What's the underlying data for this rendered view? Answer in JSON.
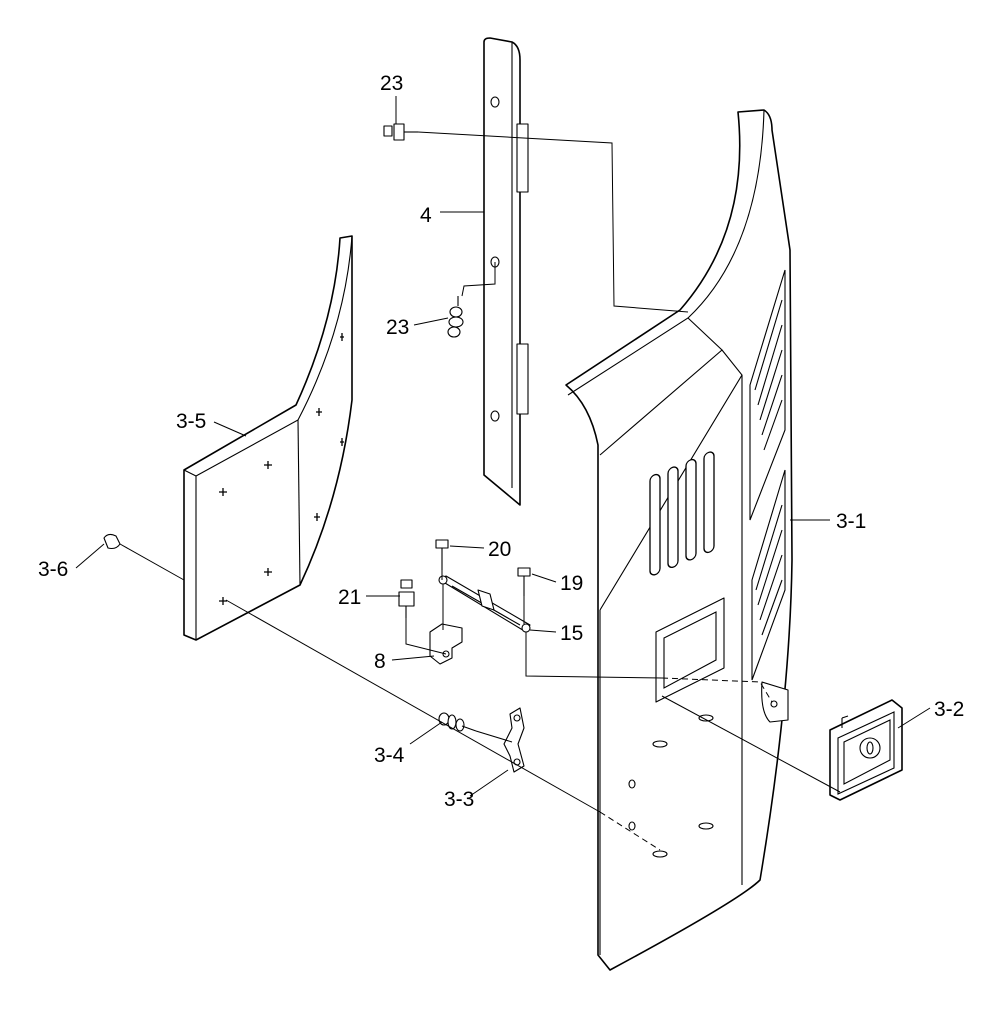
{
  "callouts": {
    "c23a": "23",
    "c4": "4",
    "c23b": "23",
    "c3_5": "3-5",
    "c3_1": "3-1",
    "c20": "20",
    "c3_6": "3-6",
    "c21": "21",
    "c19": "19",
    "c15": "15",
    "c8": "8",
    "c3_2": "3-2",
    "c3_4": "3-4",
    "c3_3": "3-3"
  },
  "colors": {
    "line": "#000000",
    "background": "#ffffff"
  }
}
